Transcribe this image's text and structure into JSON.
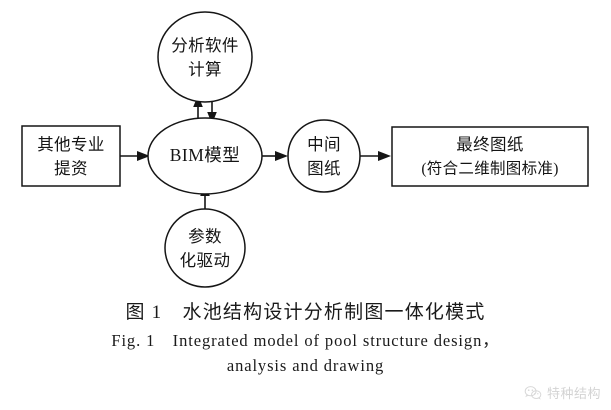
{
  "figure": {
    "nodes": {
      "analysis_software": {
        "line1": "分析软件",
        "line2": "计算"
      },
      "bim_model": {
        "line1": "BIM模型"
      },
      "parametric_drive": {
        "line1": "参数",
        "line2": "化驱动"
      },
      "other_discipline": {
        "line1": "其他专业",
        "line2": "提资"
      },
      "intermediate_drawing": {
        "line1": "中间",
        "line2": "图纸"
      },
      "final_drawing": {
        "line1": "最终图纸",
        "line2": "(符合二维制图标准)"
      }
    },
    "caption": {
      "cn": "图 1　水池结构设计分析制图一体化模式",
      "en_line1": "Fig. 1　Integrated model of pool structure design，",
      "en_line2": "analysis and drawing"
    }
  },
  "watermark": {
    "label": "特种结构",
    "color": "#8d8d8d"
  }
}
